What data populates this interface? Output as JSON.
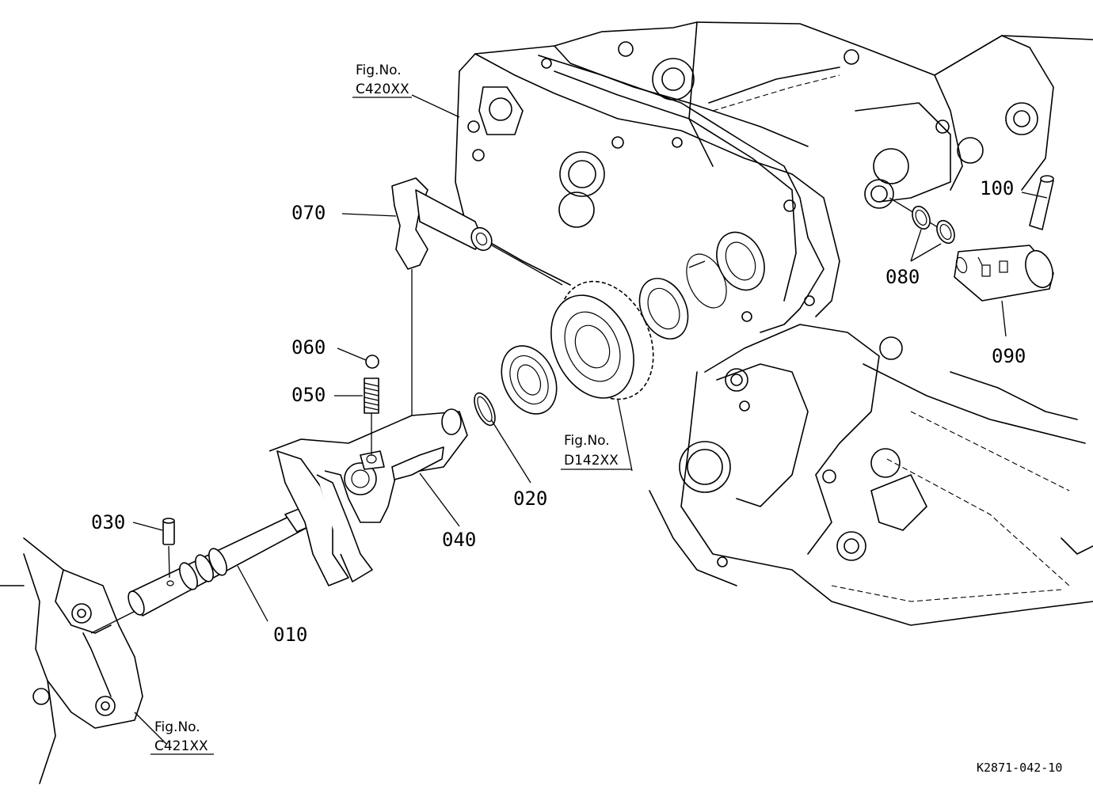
{
  "drawing_id": "K2871-042-10",
  "parts": [
    {
      "id": "p010",
      "number": "010"
    },
    {
      "id": "p020",
      "number": "020"
    },
    {
      "id": "p030",
      "number": "030"
    },
    {
      "id": "p040",
      "number": "040"
    },
    {
      "id": "p050",
      "number": "050"
    },
    {
      "id": "p060",
      "number": "060"
    },
    {
      "id": "p070",
      "number": "070"
    },
    {
      "id": "p080",
      "number": "080"
    },
    {
      "id": "p090",
      "number": "090"
    },
    {
      "id": "p100",
      "number": "100"
    }
  ],
  "figure_refs": [
    {
      "id": "c420",
      "line1": "Fig.No.",
      "line2": "C420XX"
    },
    {
      "id": "d142",
      "line1": "Fig.No.",
      "line2": "D142XX"
    },
    {
      "id": "c421",
      "line1": "Fig.No.",
      "line2": "C421XX"
    }
  ]
}
